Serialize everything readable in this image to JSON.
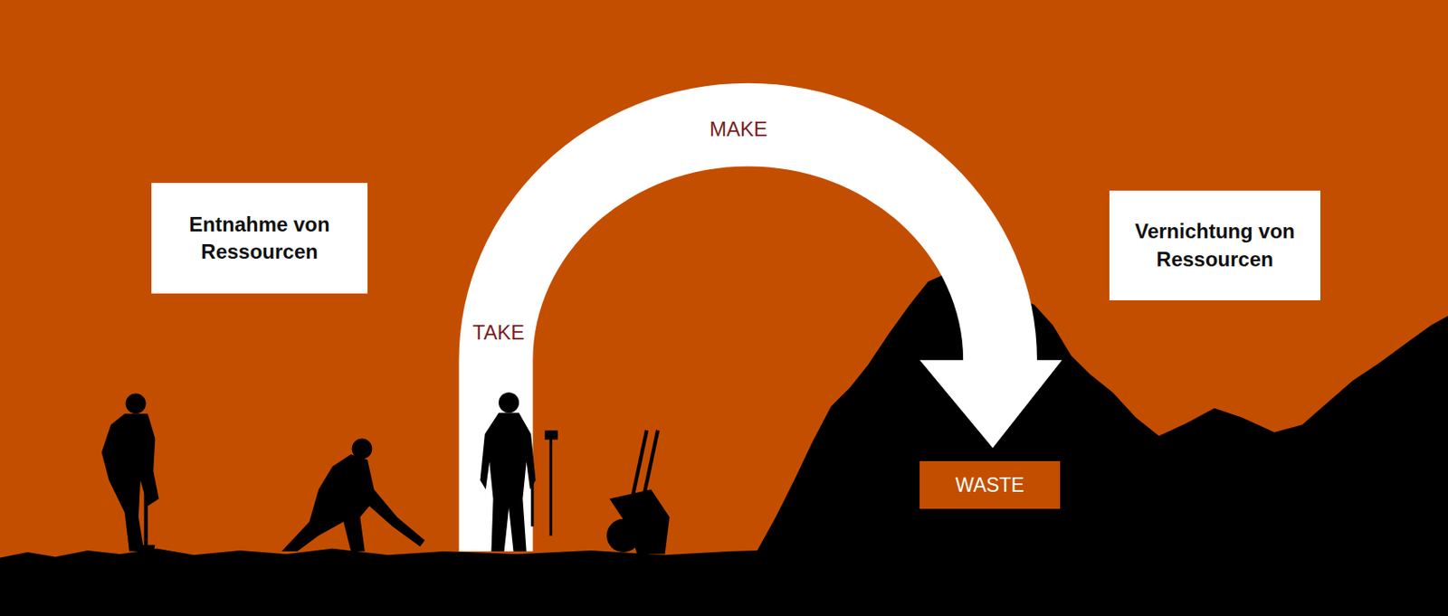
{
  "diagram": {
    "nodes": [
      {
        "text": [
          "Entnahme von Ressourcen"
        ]
      },
      {
        "text": [
          "Vernichtung von Ressourcen"
        ]
      },
      {
        "text": [
          "WASTE"
        ]
      }
    ],
    "labels": [
      "MAKE",
      "TAKE"
    ]
  }
}
